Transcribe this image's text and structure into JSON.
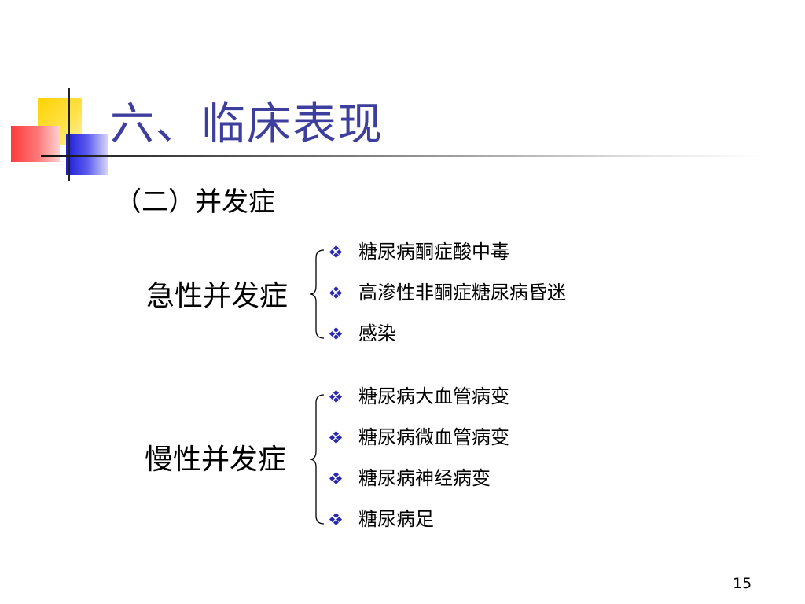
{
  "slide": {
    "title": "六、临床表现",
    "subtitle": "（二）并发症",
    "page_number": "15"
  },
  "acute": {
    "label": "急性并发症",
    "items": [
      "糖尿病酮症酸中毒",
      "高渗性非酮症糖尿病昏迷",
      "感染"
    ]
  },
  "chronic": {
    "label": "慢性并发症",
    "items": [
      "糖尿病大血管病变",
      "糖尿病微血管病变",
      "糖尿病神经病变",
      "糖尿病足"
    ]
  },
  "colors": {
    "title": "#3e3e9e",
    "bullet": "#2a2ab0",
    "logo_yellow": "#ffd200",
    "logo_red": "#ff3a3a",
    "logo_blue": "#1c1cd6"
  },
  "icons": {
    "bullet": "four-diamond-bullet-icon",
    "logo": "colored-squares-logo"
  }
}
